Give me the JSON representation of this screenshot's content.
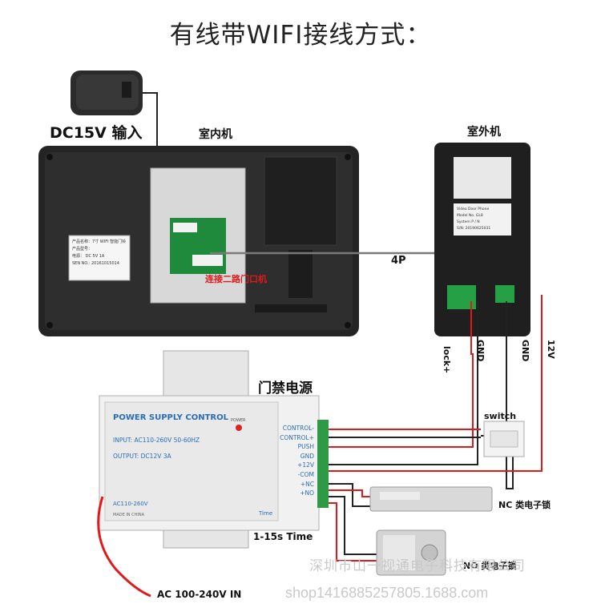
{
  "title": "有线带WIFI接线方式：",
  "adapter": {
    "label": "DC15V 输入"
  },
  "indoor": {
    "label": "室内机",
    "sticker_lines": [
      "产品名称：7寸 WIFI 智能门铃",
      "产品型号：",
      "电源：   DC  5V  1A",
      "SEN NO.: 20161015014"
    ],
    "connect_label": "连接二路门口机"
  },
  "cable_label": "4P",
  "outdoor": {
    "label": "室外机",
    "plate_lines": [
      "Video Door Phone",
      "Model No. GL8",
      "System P / N",
      "S/N: 20190625031"
    ],
    "wire_labels": {
      "lock": "lock+",
      "gnd1": "GND",
      "gnd2": "GND",
      "v12": "12V"
    }
  },
  "psu": {
    "label": "门禁电源",
    "brand": "POWER SUPPLY CONTROL",
    "power_led": "POWER",
    "input": "INPUT: AC110-260V 50-60HZ",
    "output": "OUTPUT:  DC12V  3A",
    "ac": "AC110-260V",
    "made": "MADE IN CHINA",
    "time": "Time",
    "terminals": [
      "CONTROL-",
      "CONTROL+",
      "PUSH",
      "GND",
      "+12V",
      "-COM",
      "+NC",
      "+NO"
    ],
    "time_range": "1-15s Time",
    "ac_input": "AC 100-240V IN"
  },
  "switch_label": "switch",
  "nc_lock": "NC 类电子锁",
  "no_lock": "NO 类电子锁",
  "watermark": {
    "company": "深圳市山一视通电子科技有限公司",
    "shop": "shop1416885257805.1688.com"
  },
  "colors": {
    "wire_red": "#e0191b",
    "wire_black": "#222222",
    "device_black": "#2a2a2a"
  }
}
